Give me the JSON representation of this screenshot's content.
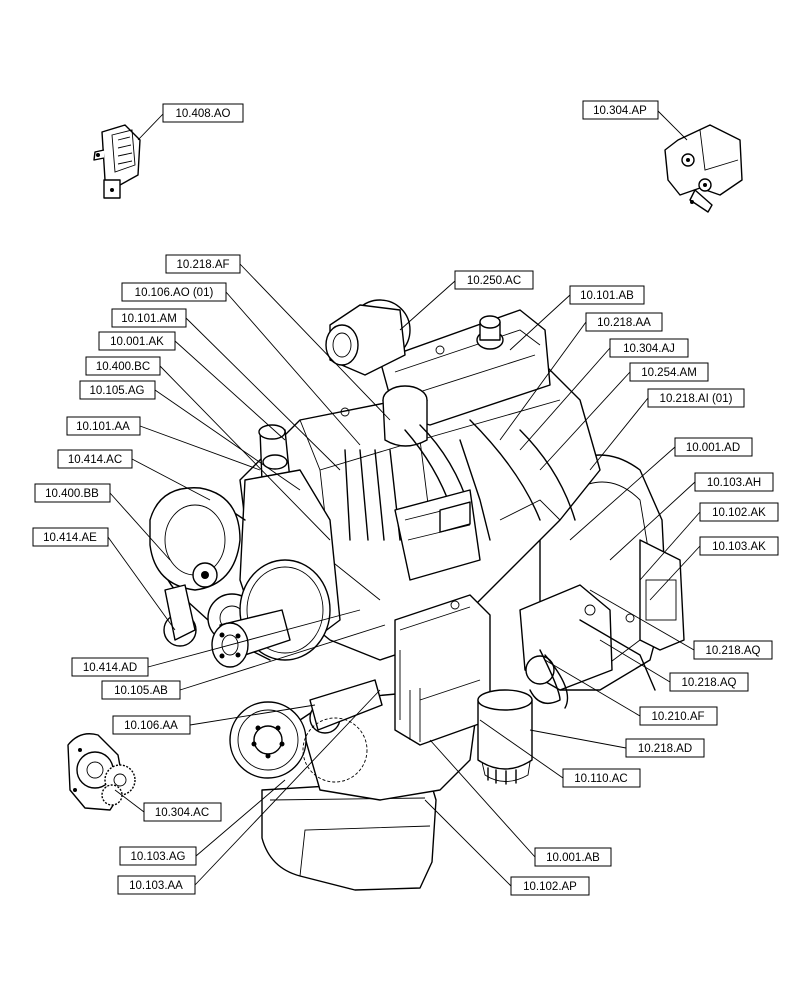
{
  "callouts": [
    {
      "id": "10.408.AO"
    },
    {
      "id": "10.304.AP"
    },
    {
      "id": "10.218.AF"
    },
    {
      "id": "10.250.AC"
    },
    {
      "id": "10.106.AO (01)"
    },
    {
      "id": "10.101.AB"
    },
    {
      "id": "10.101.AM"
    },
    {
      "id": "10.218.AA"
    },
    {
      "id": "10.001.AK"
    },
    {
      "id": "10.304.AJ"
    },
    {
      "id": "10.400.BC"
    },
    {
      "id": "10.254.AM"
    },
    {
      "id": "10.105.AG"
    },
    {
      "id": "10.218.AI (01)"
    },
    {
      "id": "10.101.AA"
    },
    {
      "id": "10.001.AD"
    },
    {
      "id": "10.414.AC"
    },
    {
      "id": "10.103.AH"
    },
    {
      "id": "10.400.BB"
    },
    {
      "id": "10.102.AK"
    },
    {
      "id": "10.414.AE"
    },
    {
      "id": "10.103.AK"
    },
    {
      "id": "10.218.AQ"
    },
    {
      "id": "10.414.AD"
    },
    {
      "id": "10.218.AQ"
    },
    {
      "id": "10.105.AB"
    },
    {
      "id": "10.210.AF"
    },
    {
      "id": "10.106.AA"
    },
    {
      "id": "10.218.AD"
    },
    {
      "id": "10.110.AC"
    },
    {
      "id": "10.304.AC"
    },
    {
      "id": "10.001.AB"
    },
    {
      "id": "10.103.AG"
    },
    {
      "id": "10.102.AP"
    },
    {
      "id": "10.103.AA"
    }
  ]
}
